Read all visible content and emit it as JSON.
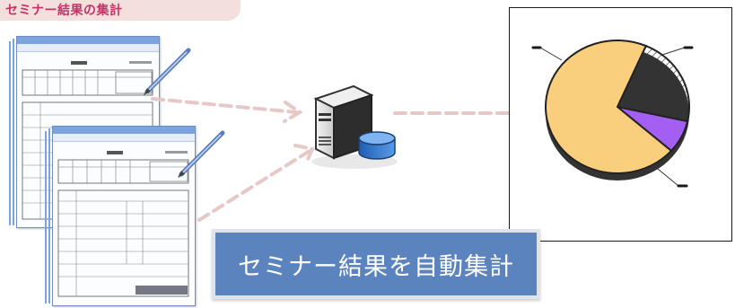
{
  "header": {
    "title": "セミナー結果の集計"
  },
  "banner": {
    "text": "セミナー結果を自動集計"
  },
  "chart_data": {
    "type": "pie",
    "slices": [
      {
        "label": "",
        "value": 70,
        "color": "#f9cf7d"
      },
      {
        "label": "",
        "value": 22,
        "color": "#ffffff",
        "pattern": "hatch"
      },
      {
        "label": "",
        "value": 8,
        "color": "#a55ef2"
      }
    ]
  },
  "colors": {
    "title_text": "#c6336a",
    "title_tab": "#f3dfdc",
    "banner_bg": "#5b83be",
    "arrow": "#e7c8c8",
    "window_bar": "#7ba3dd"
  }
}
